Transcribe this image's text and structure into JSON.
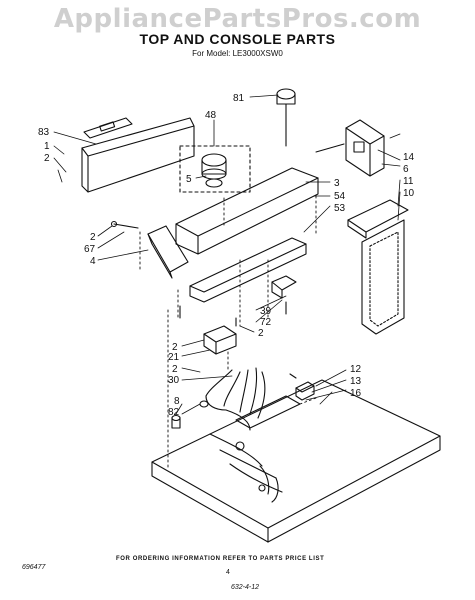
{
  "watermark": "AppliancePartsPros.com",
  "title": "TOP AND CONSOLE PARTS",
  "subtitle": "For Model: LE3000XSW0",
  "callouts": {
    "c81": "81",
    "c83": "83",
    "c1": "1",
    "c2a": "2",
    "c48": "48",
    "c5": "5",
    "c3": "3",
    "c54": "54",
    "c53": "53",
    "c14": "14",
    "c6": "6",
    "c11": "11",
    "c10": "10",
    "c2b": "2",
    "c67": "67",
    "c4": "4",
    "c39": "39",
    "c72": "72",
    "c2c": "2",
    "c2d": "2",
    "c21": "21",
    "c2e": "2",
    "c30": "30",
    "c12": "12",
    "c13": "13",
    "c16": "16",
    "c8": "8",
    "c82": "82"
  },
  "footer": "FOR ORDERING INFORMATION REFER TO PARTS PRICE LIST",
  "doc_number": "696477",
  "page_number": "4",
  "revision": "632-4-12"
}
